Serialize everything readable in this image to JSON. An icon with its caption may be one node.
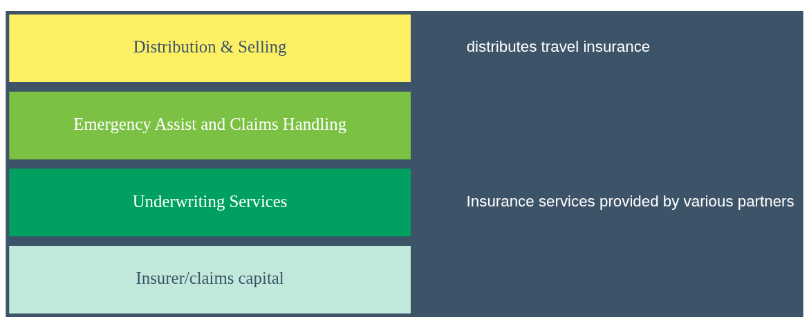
{
  "diagram": {
    "nodes": [
      {
        "text": [
          "Distribution & Selling"
        ]
      },
      {
        "text": [
          "Emergency Assist and Claims Handling"
        ]
      },
      {
        "text": [
          "Underwriting Services"
        ]
      },
      {
        "text": [
          "Insurer/claims capital"
        ]
      }
    ],
    "labels": [
      "distributes travel insurance",
      "Insurance services provided by various partners"
    ]
  }
}
